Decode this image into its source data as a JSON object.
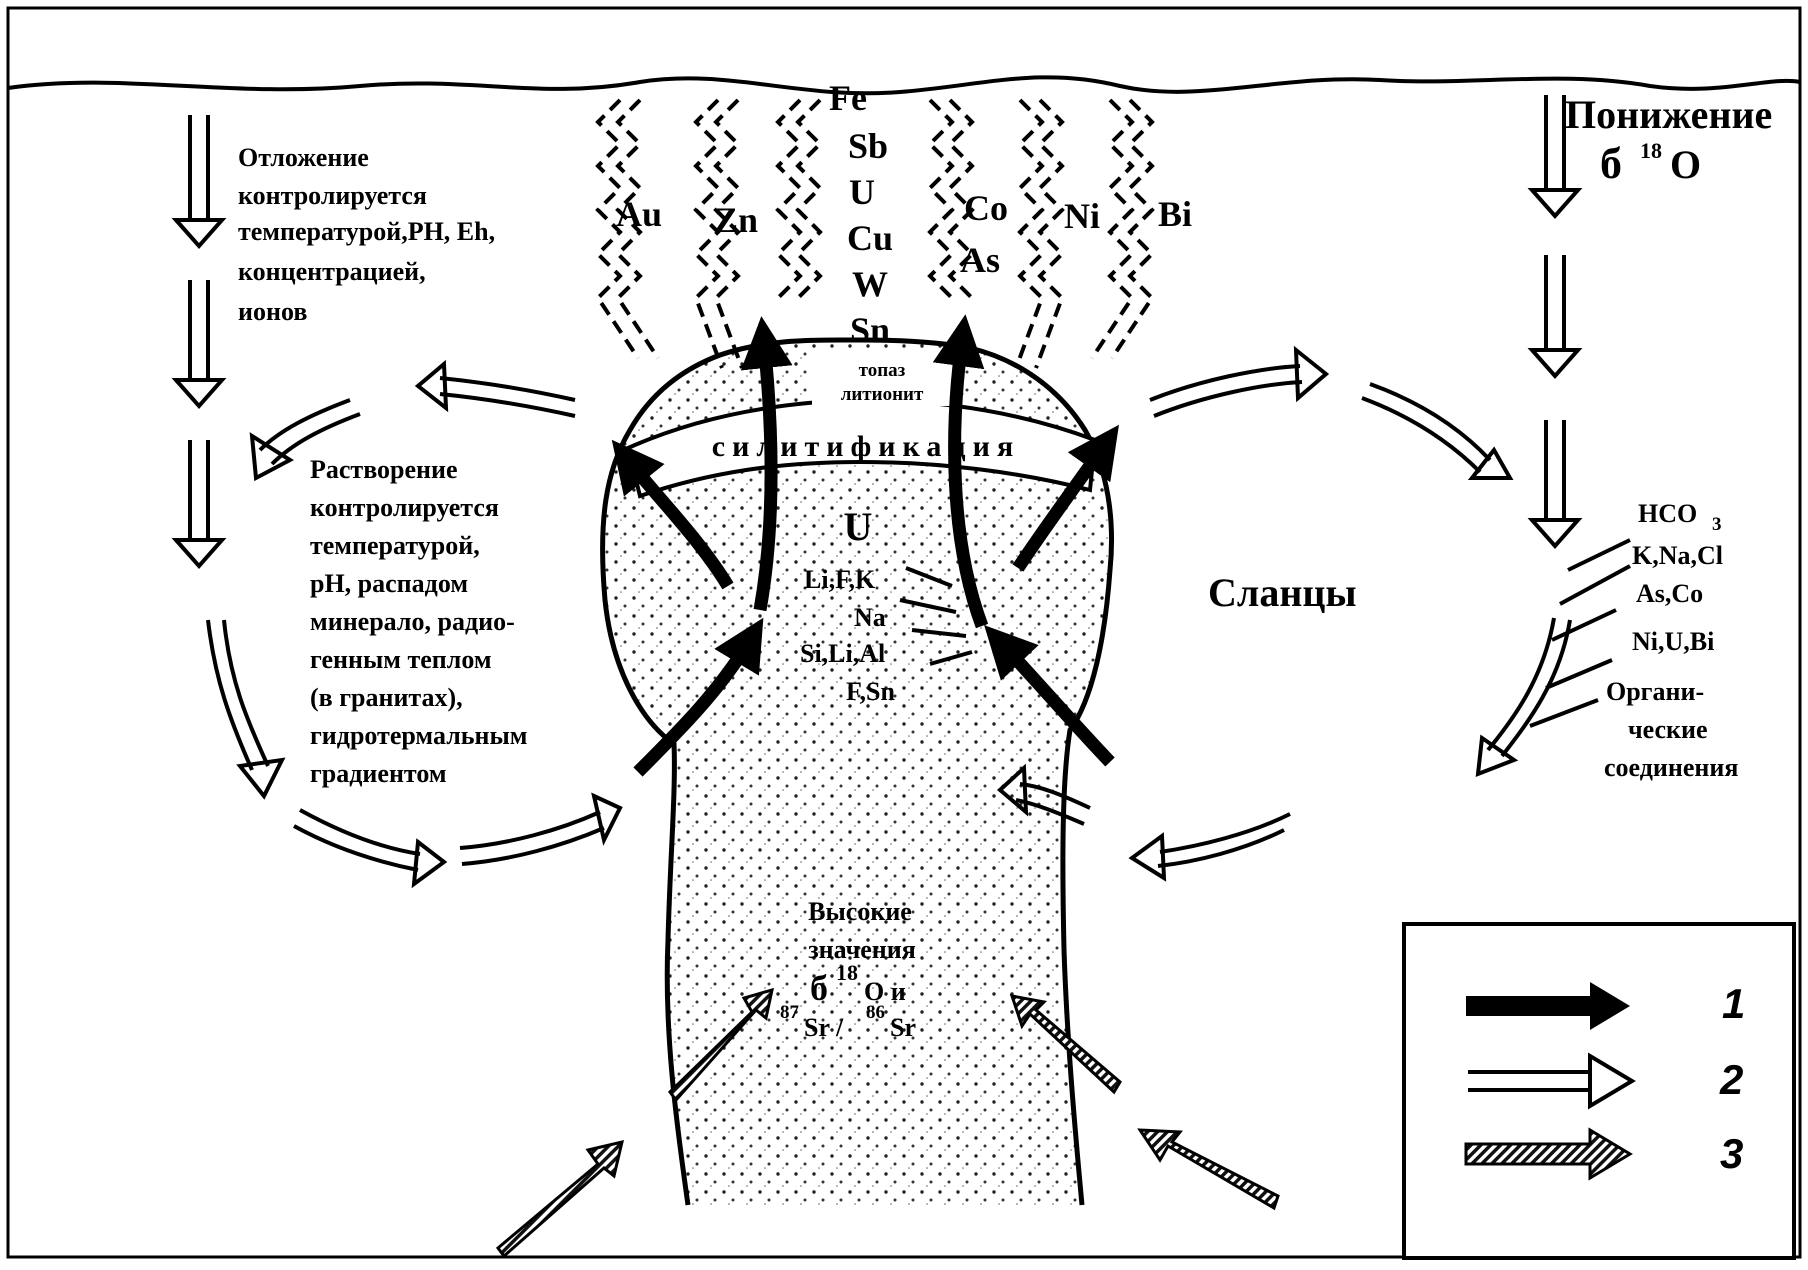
{
  "elements_top": [
    "Fe",
    "Sb",
    "U",
    "Cu",
    "W",
    "Sn"
  ],
  "elements_left": [
    "Au",
    "Zn"
  ],
  "elements_right": {
    "co": "Co",
    "as": "As",
    "ni": "Ni",
    "bi": "Bi"
  },
  "left_text": {
    "deposition": [
      "Отложение",
      "контролируется",
      "температурой,PH, Eh,",
      "концентрацией,",
      "ионов"
    ],
    "dissolution": [
      "Растворение",
      "контролируется",
      "температурой,",
      "pH, распадом",
      "минерало, радио-",
      "генным теплом",
      "(в гранитах),",
      "гидротермальным",
      "градиентом"
    ]
  },
  "top_right": {
    "label": "Понижение",
    "delta": "б",
    "isotope": "18",
    "element": "O"
  },
  "cupola": {
    "topaz": "топаз",
    "lithionite": "литионит",
    "silicification": "силитификация",
    "u": "U",
    "ions": [
      "Li,F,K",
      "Na",
      "Si,Li,Al",
      "F,Sn"
    ]
  },
  "right_label": "Сланцы",
  "right_inputs": [
    "HCO",
    "K,Na,Cl",
    "As,Co",
    "Ni,U,Bi",
    "Органи-",
    "ческие",
    "соединения"
  ],
  "hco_subscript": "3",
  "stem_text": {
    "line1": "Высокие",
    "line2": "значения",
    "delta": "б",
    "o_iso": "18",
    "o_tail": "O и",
    "sr87": "87",
    "sr_mid": "Sr /",
    "sr86": "86",
    "sr_tail": "Sr"
  },
  "legend": [
    {
      "number": "1",
      "style": "solid"
    },
    {
      "number": "2",
      "style": "outline"
    },
    {
      "number": "3",
      "style": "hatched"
    }
  ]
}
